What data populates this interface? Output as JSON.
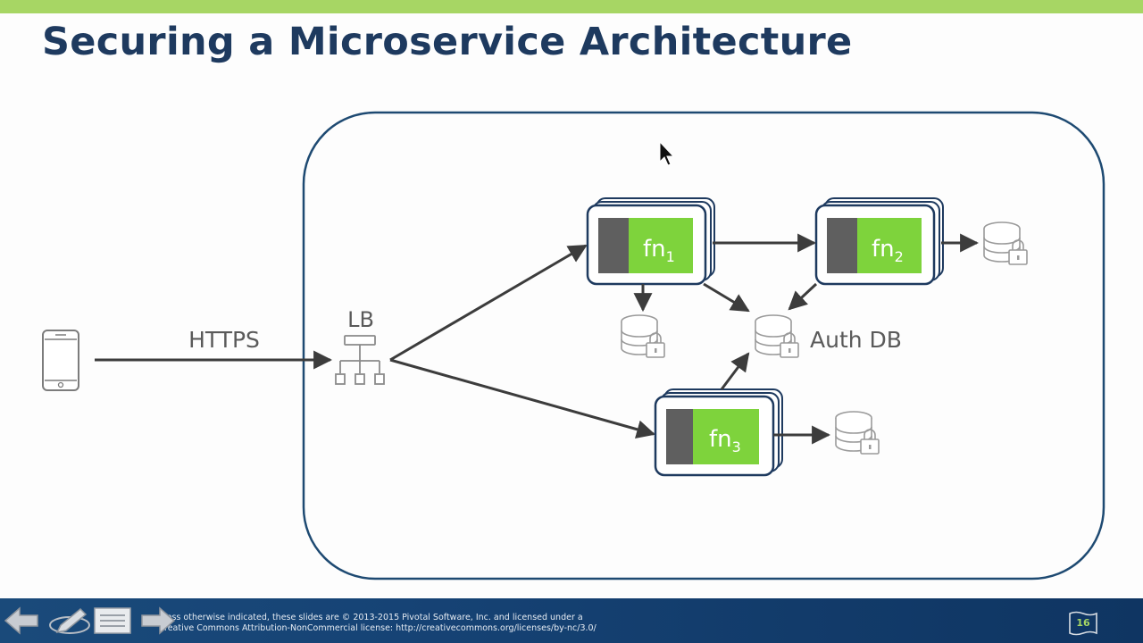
{
  "slide": {
    "title": "Securing a Microservice Architecture",
    "labels": {
      "protocol": "HTTPS",
      "load_balancer": "LB",
      "auth_db": "Auth DB"
    },
    "functions": [
      {
        "name": "fn",
        "subscript": "1"
      },
      {
        "name": "fn",
        "subscript": "2"
      },
      {
        "name": "fn",
        "subscript": "3"
      }
    ],
    "colors": {
      "title": "#1e3a5f",
      "fn_green": "#7ed33c",
      "fn_dark": "#5f5f5f",
      "container_border": "#1e4a72",
      "top_bar": "#a7d664"
    }
  },
  "footer": {
    "license_line1": "less otherwise indicated, these slides are © 2013-2015 Pivotal Software, Inc. and licensed under a",
    "license_line2": "reative Commons Attribution-NonCommercial license: http://creativecommons.org/licenses/by-nc/3.0/",
    "page_number": "16"
  },
  "controls": {
    "prev_icon": "arrow-left-icon",
    "pen_icon": "pen-icon",
    "menu_icon": "menu-icon",
    "next_icon": "arrow-right-icon"
  }
}
